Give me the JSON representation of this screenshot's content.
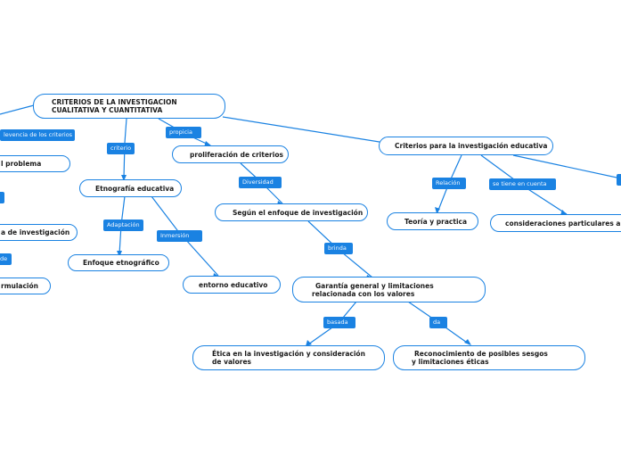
{
  "colors": {
    "accent": "#1a82e2",
    "line": "#1a82e2",
    "text": "#1b1b1b",
    "label_text": "#f4f9ff"
  },
  "root": {
    "text": "CRITERIOS DE LA INVESTIGACION CUALITATIVA Y CUANTITATIVA"
  },
  "branches": {
    "left": {
      "link_label": "levencia de los criterios",
      "nodes": [
        "l problema",
        "a de investigación",
        "rmulación"
      ],
      "partial_label_1": "",
      "partial_label_2": "de"
    },
    "etnografia": {
      "link_label": "criterio",
      "node": "Etnografía educativa",
      "children": [
        {
          "link_label": "Adaptación",
          "node": "Enfoque etnográfico"
        },
        {
          "link_label": "Inmersión",
          "node": "entorno educativo"
        }
      ]
    },
    "proliferacion": {
      "link_label": "propicia",
      "node": "proliferación de criterios",
      "child_link_label": "Diversidad",
      "child_node": "Según el enfoque de investigación",
      "grandchild_link_label": "brinda",
      "grandchild_node": "Garantía general y limitaciones relacionada con los valores",
      "leaves": [
        {
          "link_label": "basada",
          "node": "Ética en la investigación y consideración de valores"
        },
        {
          "link_label": "da",
          "node": "Reconocimiento de posibles sesgos y limitaciones éticas"
        }
      ]
    },
    "criterios": {
      "node": "Criterios para la investigación educativa",
      "children": [
        {
          "link_label": "Relación",
          "node": "Teoría y practica"
        },
        {
          "link_label": "se tiene en cuenta",
          "node": "consideraciones particulares al in"
        }
      ]
    }
  }
}
